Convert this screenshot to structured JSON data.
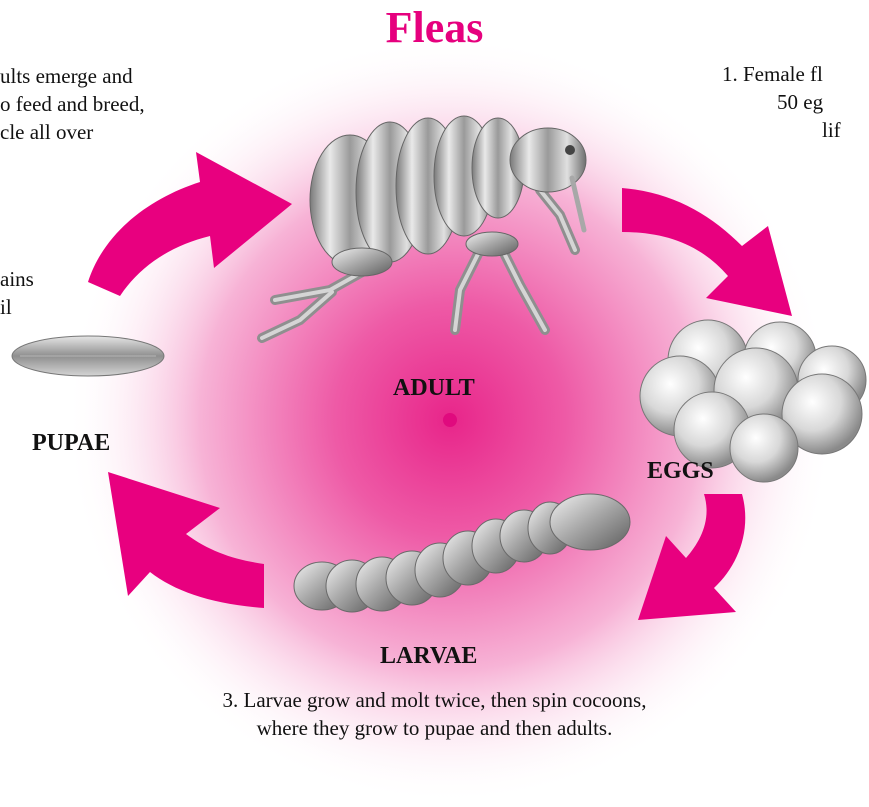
{
  "title": "Fleas",
  "colors": {
    "accent": "#e6007e",
    "arrow": "#e8007f",
    "glow_center": "#e8258a",
    "glow_edge": "#ffffff"
  },
  "stages": {
    "adult": "ADULT",
    "eggs": "EGGS",
    "larvae": "LARVAE",
    "pupae": "PUPAE"
  },
  "captions": {
    "step1": [
      "1.  Female fl",
      "50 eg",
      "lif"
    ],
    "step3": [
      "3.  Larvae grow and molt twice, then spin cocoons,",
      "where they grow to pupae and then adults."
    ],
    "step4": [
      "ults emerge and",
      "o feed and breed,",
      "cle all over",
      "ains",
      "il"
    ]
  },
  "icons": [
    "curved-arrow-icon",
    "flea-icon",
    "egg-cluster-icon",
    "larva-icon",
    "pupa-icon"
  ]
}
